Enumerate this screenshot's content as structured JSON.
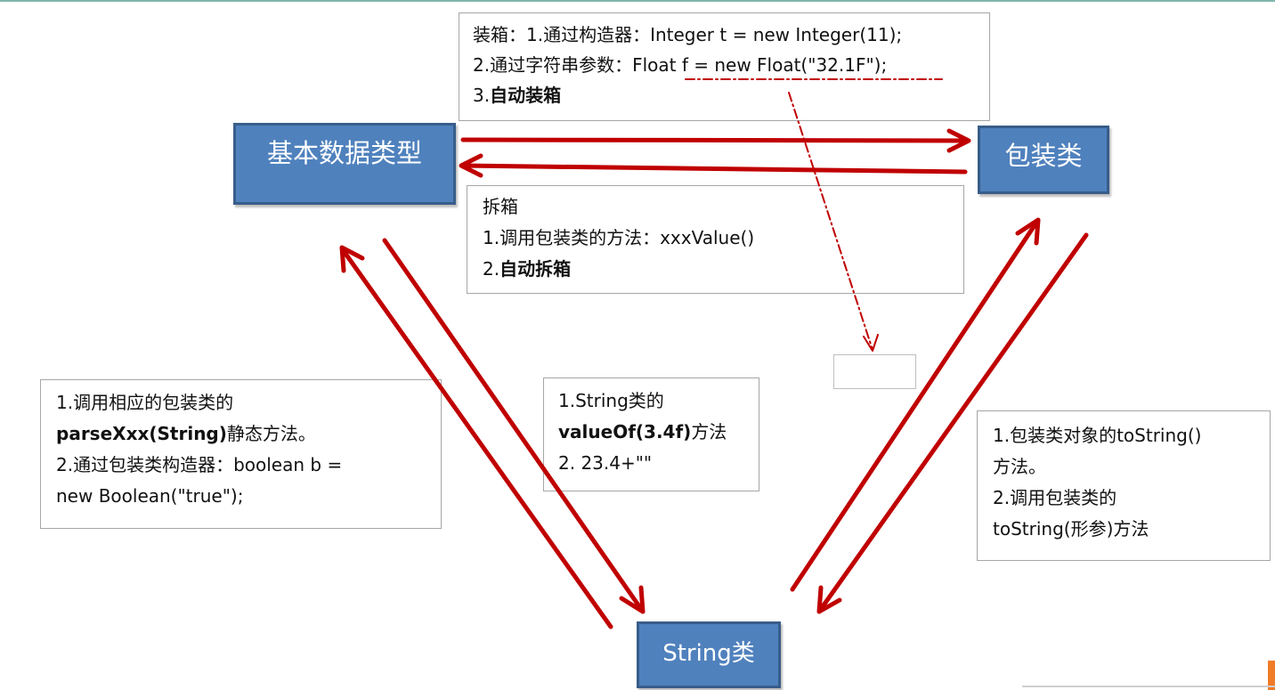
{
  "nodes": {
    "primitive": "基本数据类型",
    "wrapper": "包装类",
    "string": "String类"
  },
  "notes": {
    "boxing": {
      "line1": "装箱：1.通过构造器：Integer t = new Integer(11);",
      "line2": "2.通过字符串参数：Float f = new Float(\"32.1F\");",
      "line3_num": "3.",
      "line3_bold": "自动装箱"
    },
    "unboxing": {
      "line1": "拆箱",
      "line2": "1.调用包装类的方法：xxxValue()",
      "line3_num": "2.",
      "line3_bold": "自动拆箱"
    },
    "string_to_primitive": {
      "line1": "1.调用相应的包装类的",
      "line2_bold": "parseXxx(String)",
      "line2_rest": "静态方法。",
      "line3": "2.通过包装类构造器：boolean b =",
      "line4": "new Boolean(\"true\");"
    },
    "primitive_to_string": {
      "line1": "1.String类的",
      "line2_bold": "valueOf(3.4f)",
      "line2_rest": "方法",
      "line3": "2. 23.4+\"\""
    },
    "wrapper_to_string": {
      "line1": "1.包装类对象的toString()",
      "line2": "方法。",
      "line3": "2.调用包装类的",
      "line4": "toString(形参)方法"
    }
  },
  "colors": {
    "arrow": "#c00000",
    "node_fill": "#4f81bd",
    "node_border": "#385d8a"
  }
}
